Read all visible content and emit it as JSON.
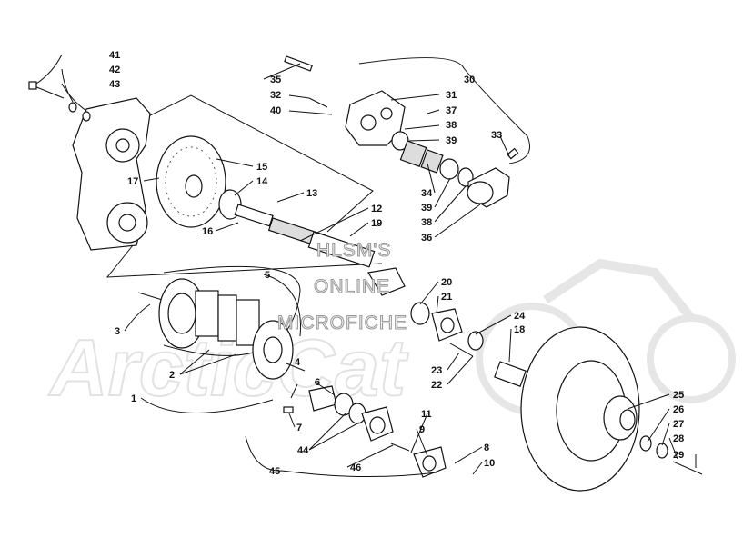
{
  "watermark": {
    "lines": [
      "HLSM'S",
      "ONLINE",
      "MICROFICHE"
    ],
    "background_logo": "ArcticCat"
  },
  "callouts": [
    {
      "id": "c41",
      "text": "41"
    },
    {
      "id": "c42",
      "text": "42"
    },
    {
      "id": "c43",
      "text": "43"
    },
    {
      "id": "c35",
      "text": "35"
    },
    {
      "id": "c30",
      "text": "30"
    },
    {
      "id": "c32",
      "text": "32"
    },
    {
      "id": "c31",
      "text": "31"
    },
    {
      "id": "c40",
      "text": "40"
    },
    {
      "id": "c37",
      "text": "37"
    },
    {
      "id": "c38a",
      "text": "38"
    },
    {
      "id": "c39a",
      "text": "39"
    },
    {
      "id": "c33",
      "text": "33"
    },
    {
      "id": "c15",
      "text": "15"
    },
    {
      "id": "c14",
      "text": "14"
    },
    {
      "id": "c17",
      "text": "17"
    },
    {
      "id": "c34",
      "text": "34"
    },
    {
      "id": "c39b",
      "text": "39"
    },
    {
      "id": "c38b",
      "text": "38"
    },
    {
      "id": "c36",
      "text": "36"
    },
    {
      "id": "c13",
      "text": "13"
    },
    {
      "id": "c12",
      "text": "12"
    },
    {
      "id": "c19",
      "text": "19"
    },
    {
      "id": "c16",
      "text": "16"
    },
    {
      "id": "c5",
      "text": "5"
    },
    {
      "id": "c20",
      "text": "20"
    },
    {
      "id": "c21",
      "text": "21"
    },
    {
      "id": "c3",
      "text": "3"
    },
    {
      "id": "c24",
      "text": "24"
    },
    {
      "id": "c18",
      "text": "18"
    },
    {
      "id": "c2",
      "text": "2"
    },
    {
      "id": "c4",
      "text": "4"
    },
    {
      "id": "c23",
      "text": "23"
    },
    {
      "id": "c22",
      "text": "22"
    },
    {
      "id": "c6",
      "text": "6"
    },
    {
      "id": "c1",
      "text": "1"
    },
    {
      "id": "c25",
      "text": "25"
    },
    {
      "id": "c26",
      "text": "26"
    },
    {
      "id": "c11",
      "text": "11"
    },
    {
      "id": "c7",
      "text": "7"
    },
    {
      "id": "c27",
      "text": "27"
    },
    {
      "id": "c9",
      "text": "9"
    },
    {
      "id": "c44",
      "text": "44"
    },
    {
      "id": "c28",
      "text": "28"
    },
    {
      "id": "c8",
      "text": "8"
    },
    {
      "id": "c46",
      "text": "46"
    },
    {
      "id": "c29",
      "text": "29"
    },
    {
      "id": "c10",
      "text": "10"
    },
    {
      "id": "c45",
      "text": "45"
    }
  ]
}
